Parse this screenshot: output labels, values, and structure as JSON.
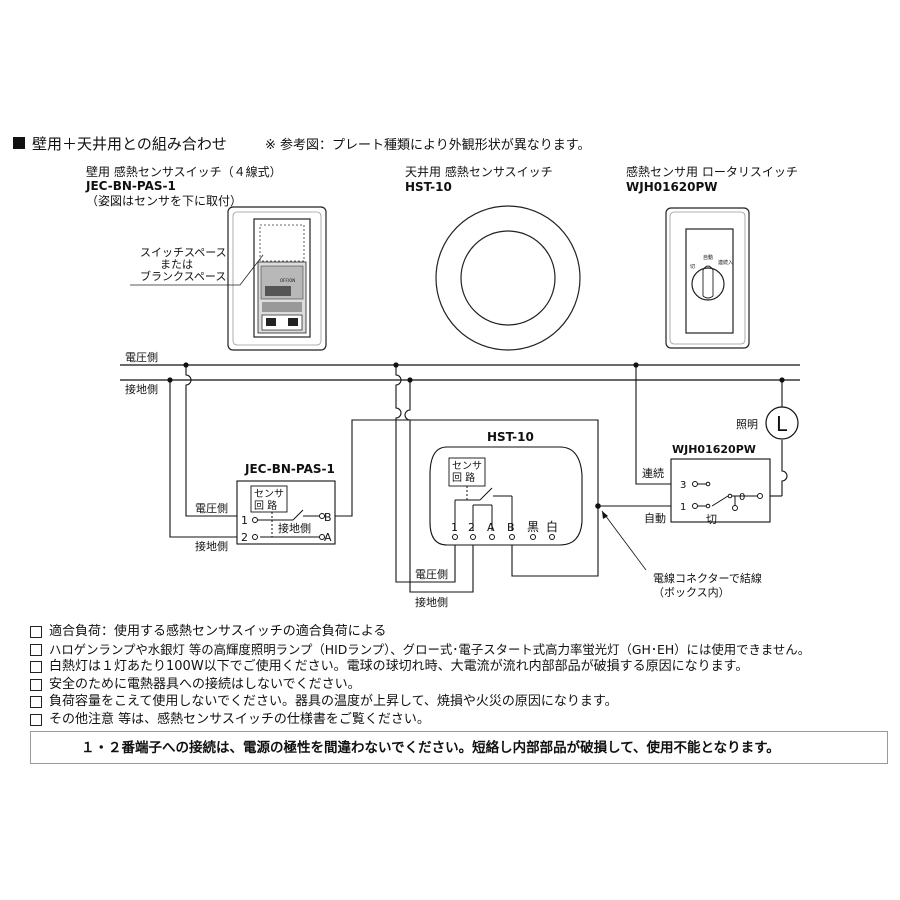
{
  "header": {
    "title": "壁用＋天井用との組み合わせ",
    "note": "※ 参考図：プレート種類により外観形状が異なります。"
  },
  "devices": {
    "wall": {
      "type_label": "壁用  感熱センサスイッチ（４線式）",
      "model": "JEC-BN-PAS-1",
      "orientation_note": "（姿図はセンサを下に取付）",
      "callout": [
        "スイッチスペース",
        "または",
        "ブランクスペース"
      ],
      "face_text": "OFF/ON"
    },
    "ceiling": {
      "type_label": "天井用  感熱センサスイッチ",
      "model": "HST-10"
    },
    "rotary": {
      "type_label": "感熱センサ用  ロータリスイッチ",
      "model": "WJH01620PW",
      "dial_labels": [
        "切",
        "自動",
        "連続入"
      ]
    }
  },
  "wiring": {
    "voltage_line": "電圧側",
    "ground_line": "接地側",
    "wall_box": {
      "title": "JEC-BN-PAS-1",
      "sensor": [
        "センサ",
        "回  路"
      ],
      "terminals": [
        "1",
        "2",
        "B",
        "A"
      ],
      "voltage": "電圧側",
      "ground": "接地側"
    },
    "hst_box": {
      "title": "HST-10",
      "sensor": [
        "センサ",
        "回  路"
      ],
      "terminals": [
        "1",
        "2",
        "A",
        "B",
        "黒",
        "白"
      ],
      "voltage": "電圧側",
      "ground": "接地側"
    },
    "rotary_box": {
      "title": "WJH01620PW",
      "terminals": [
        "3",
        "1",
        "0"
      ],
      "off": "切",
      "continuous": "連続",
      "auto": "自動"
    },
    "lamp": {
      "label": "照明",
      "symbol": "L"
    },
    "connector_note": [
      "電線コネクターで結線",
      "（ボックス内）"
    ]
  },
  "notes": [
    "適合負荷：使用する感熱センサスイッチの適合負荷による",
    "ハロゲンランプや水銀灯 等の高輝度照明ランプ（HIDランプ）、グロー式･電子スタート式高力率蛍光灯（GH･EH）には使用できません。",
    "白熱灯は１灯あたり100W以下でご使用ください。電球の球切れ時、大電流が流れ内部部品が破損する原因になります。",
    "安全のために電熱器具への接続はしないでください。",
    "負荷容量をこえて使用しないでください。器具の温度が上昇して、焼損や火災の原因になります。",
    "その他注意 等は、感熱センサスイッチの仕様書をご覧ください。"
  ],
  "warning": "１・２番端子への接続は、電源の極性を間違わないでください。短絡し内部部品が破損して、使用不能となります。"
}
